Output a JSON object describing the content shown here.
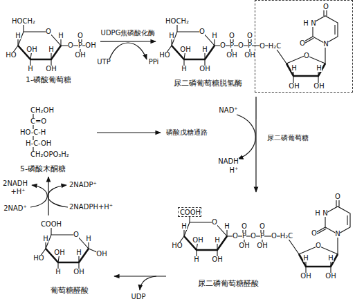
{
  "diagram": {
    "nodes": [
      {
        "text": [
          "1-磷酸葡萄糖"
        ]
      },
      {
        "text": [
          "尿二磷葡萄糖脱氢酶"
        ]
      },
      {
        "text": [
          "O",
          "H₂C",
          "O",
          "H",
          "N",
          "O",
          "N",
          "O",
          "H",
          "H",
          "OH",
          "OH"
        ],
        "in": 1
      },
      {
        "text": [
          "5-磷酸木酮糖"
        ]
      },
      {
        "text": [
          "葡萄糖醛酸"
        ]
      },
      {
        "text": [
          "尿二磷葡萄糖醛酸"
        ]
      },
      {
        "text": [
          "COOH"
        ],
        "in": 5
      }
    ],
    "edges": [
      {
        "from": 0,
        "to": 1,
        "label": "UDPG焦磷酸化酶",
        "arrow": "to"
      },
      {
        "from": 1,
        "to": 5,
        "label": "尿二磷葡萄糖",
        "arrow": "to"
      },
      {
        "from": 5,
        "to": 4,
        "arrow": "to"
      },
      {
        "from": 4,
        "to": 3,
        "arrow": "to"
      }
    ],
    "labels": [
      "HOCH₂",
      "O",
      "H",
      "H",
      "HO",
      "OH",
      "H",
      "H",
      "OH",
      "O",
      "P",
      "O",
      "OH",
      "OH",
      "UTP",
      "PPi",
      "HOCH₂",
      "O",
      "H",
      "H",
      "HO",
      "OH",
      "H",
      "H",
      "OH",
      "O",
      "P",
      "O",
      "OH",
      "O",
      "P",
      "O",
      "OH",
      "NAD⁺",
      "NADH",
      "H⁺",
      "CH₂OH",
      "C=O",
      "HO-C-H",
      "H-C-OH",
      "CH₂OPO₃H₂",
      "磷酸戊糖通路",
      "2NADH",
      "+H⁺",
      "2NAD⁺",
      "2NADP⁺",
      "2NADPH+H⁺",
      "O",
      "H",
      "H",
      "HO",
      "OH",
      "H",
      "H",
      "OH",
      "O",
      "P",
      "O",
      "OH",
      "O",
      "P",
      "O",
      "OH",
      "O",
      "H₂C",
      "O",
      "H",
      "N",
      "O",
      "N",
      "O",
      "H",
      "H",
      "OH",
      "OH",
      "COOH",
      "O",
      "H",
      "H",
      "HO",
      "OH",
      "H",
      "H",
      "OH",
      "OH",
      "UDP"
    ]
  }
}
